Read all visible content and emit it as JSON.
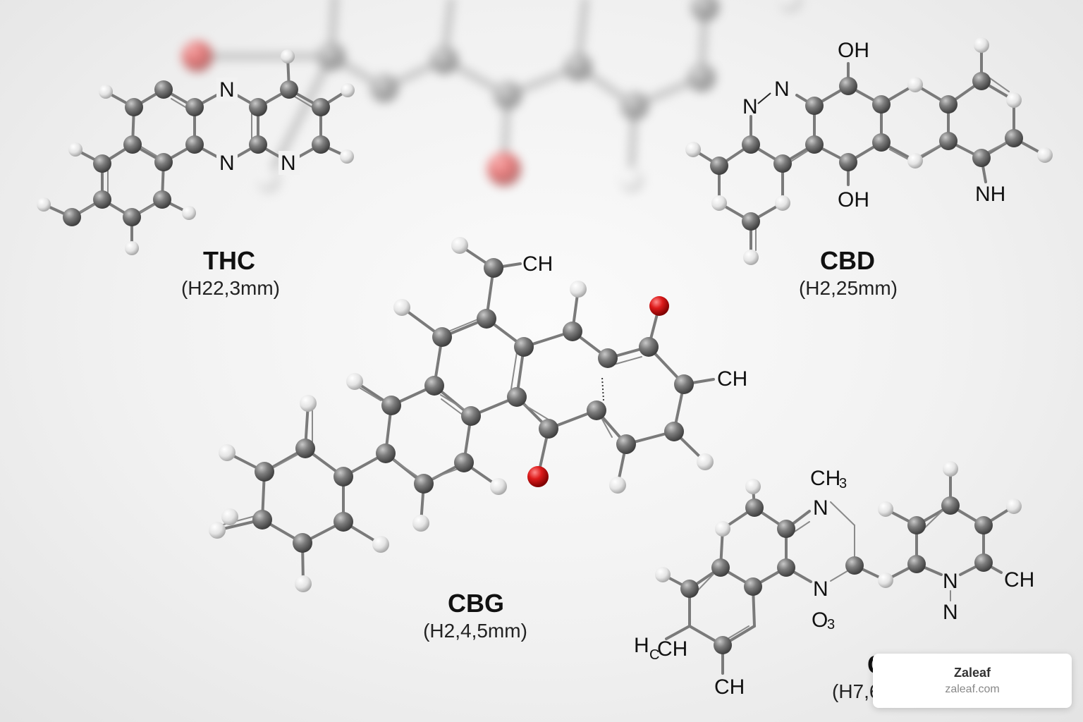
{
  "molecules": [
    {
      "name": "THC",
      "subtitle": "(H22,3mm)"
    },
    {
      "name": "CBD",
      "subtitle": "(H2,25mm)"
    },
    {
      "name": "CBG",
      "subtitle": "(H2,4,5mm)"
    },
    {
      "name": "C",
      "subtitle": "(H7,6"
    }
  ],
  "atom_labels": {
    "thc": [
      "N",
      "N",
      "N"
    ],
    "cbd": [
      "OH",
      "N",
      "N",
      "OH",
      "NH"
    ],
    "cbg": [
      "CH",
      "CH"
    ],
    "fourth": [
      "N",
      "N",
      "N",
      "N",
      "CH",
      "CH",
      "H",
      "C",
      "CH",
      "O",
      "3"
    ],
    "fourth_methyl": {
      "base": "CH",
      "sub": "3"
    }
  },
  "watermark": {
    "title": "Zaleaf",
    "url": "zaleaf.com"
  },
  "colors": {
    "carbon": "#7a7a7a",
    "hydrogen": "#e6e6e6",
    "oxygen": "#d11a1a",
    "background": "#f1f1f1"
  }
}
